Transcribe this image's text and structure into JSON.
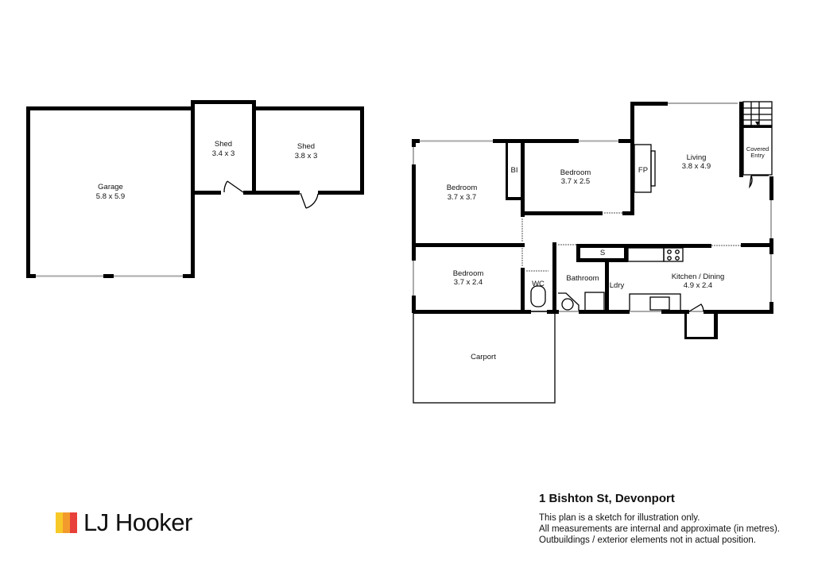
{
  "rooms": {
    "garage": {
      "name": "Garage",
      "size": "5.8 x 5.9"
    },
    "shed1": {
      "name": "Shed",
      "size": "3.4 x 3"
    },
    "shed2": {
      "name": "Shed",
      "size": "3.8 x 3"
    },
    "bedroom1": {
      "name": "Bedroom",
      "size": "3.7 x 3.7"
    },
    "bedroom2": {
      "name": "Bedroom",
      "size": "3.7 x 2.5"
    },
    "bedroom3": {
      "name": "Bedroom",
      "size": "3.7 x 2.4"
    },
    "living": {
      "name": "Living",
      "size": "3.8 x 4.9"
    },
    "kitchen": {
      "name": "Kitchen / Dining",
      "size": "4.9 x 2.4"
    },
    "covered_entry": {
      "line1": "Covered",
      "line2": "Entry"
    },
    "bi": "BI",
    "fp": "FP",
    "s": "S",
    "wc": "WC",
    "bathroom": "Bathroom",
    "ldry": "Ldry",
    "carport": "Carport"
  },
  "brand": {
    "name": "LJ Hooker",
    "colors": [
      "#f7c928",
      "#f39a2d",
      "#e8403a"
    ]
  },
  "info": {
    "address": "1 Bishton St, Devonport",
    "notes": [
      "This plan is a sketch for illustration only.",
      "All measurements are internal and approximate (in metres).",
      "Outbuildings / exterior elements not in actual position."
    ]
  }
}
